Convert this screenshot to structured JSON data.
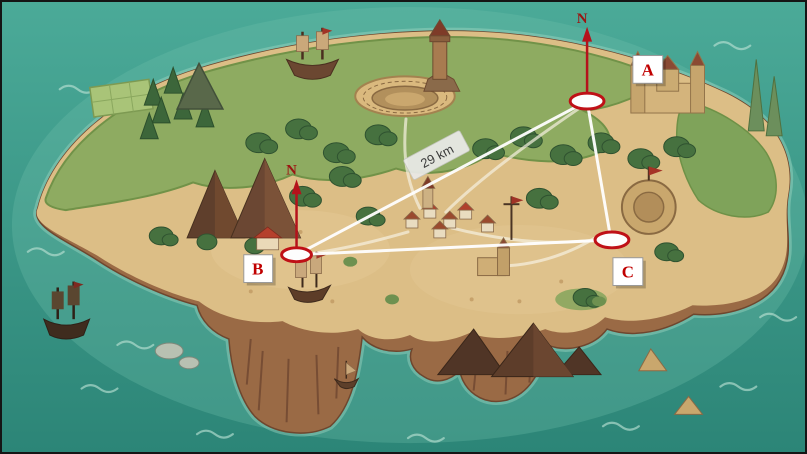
{
  "map": {
    "points": [
      {
        "id": "a",
        "label": "A"
      },
      {
        "id": "b",
        "label": "B"
      },
      {
        "id": "c",
        "label": "C"
      }
    ],
    "north_arrows": {
      "a_label": "N",
      "b_label": "N"
    },
    "distances": {
      "ab": "29 km"
    }
  },
  "colors": {
    "sea": "#3A9B8B",
    "sand": "#DCBE86",
    "grass": "#8CAB60",
    "cliff": "#9A6A45",
    "marker_stroke": "#BF1016",
    "north_arrow": "#B5121B",
    "point_label_text": "#C00000",
    "triangle_line": "#FFFFFF"
  }
}
